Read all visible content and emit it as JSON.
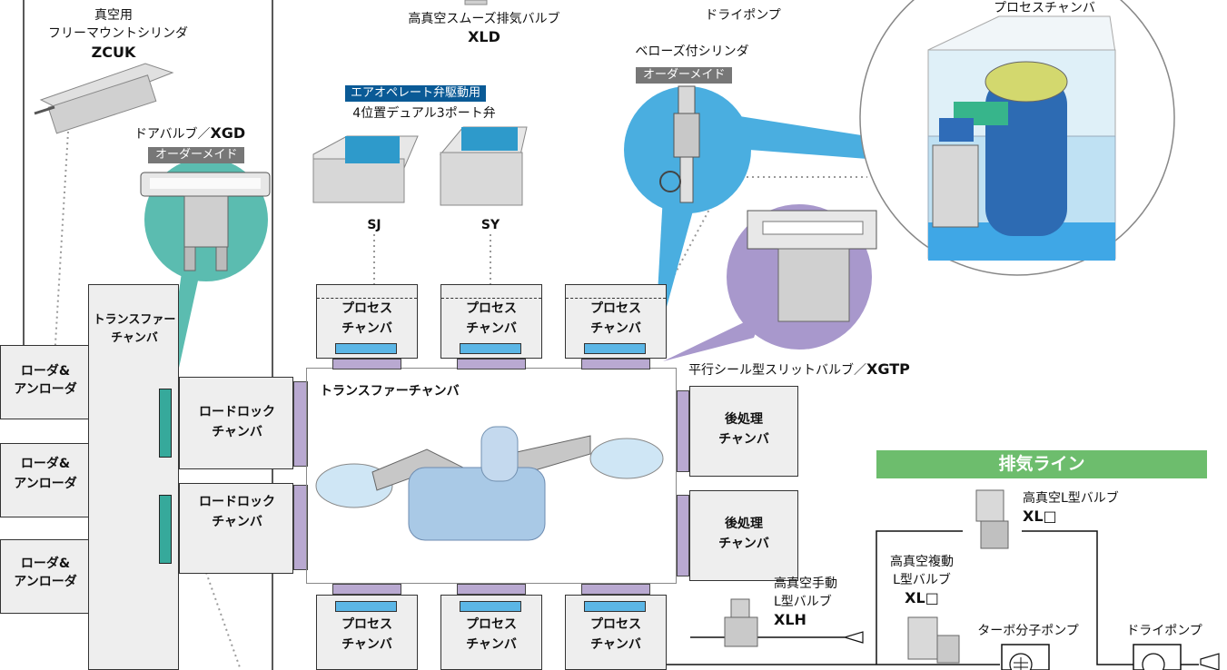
{
  "top_left": {
    "line1": "真空用",
    "line2": "フリーマウントシリンダ",
    "model": "ZCUK"
  },
  "door_valve": {
    "title": "ドアバルブ／",
    "model": "XGD",
    "tag": "オーダーメイド"
  },
  "xld": {
    "title": "高真空スムーズ排気バルブ",
    "model": "XLD"
  },
  "top_dry_pump": "ドライポンプ",
  "air_operate": {
    "tag": "エアオペレート弁駆動用",
    "title": "4位置デュアル3ポート弁",
    "sj": "SJ",
    "sy": "SY"
  },
  "bellows": {
    "title": "ベローズ付シリンダ",
    "tag": "オーダーメイド"
  },
  "process_chamber_detail": "プロセスチャンバ",
  "slit_valve": {
    "title": "平行シール型スリットバルブ／",
    "model": "XGTP"
  },
  "transfer_left": {
    "line1": "トランスファー",
    "line2": "チャンバ"
  },
  "loaders": [
    {
      "line1": "ローダ&",
      "line2": "アンローダ"
    },
    {
      "line1": "ローダ&",
      "line2": "アンローダ"
    },
    {
      "line1": "ローダ&",
      "line2": "アンローダ"
    }
  ],
  "loadlocks": [
    {
      "line1": "ロードロック",
      "line2": "チャンバ"
    },
    {
      "line1": "ロードロック",
      "line2": "チャンバ"
    }
  ],
  "transfer_main": "トランスファーチャンバ",
  "process_top": [
    {
      "line1": "プロセス",
      "line2": "チャンバ"
    },
    {
      "line1": "プロセス",
      "line2": "チャンバ"
    },
    {
      "line1": "プロセス",
      "line2": "チャンバ"
    }
  ],
  "process_bottom": [
    {
      "line1": "プロセス",
      "line2": "チャンバ"
    },
    {
      "line1": "プロセス",
      "line2": "チャンバ"
    },
    {
      "line1": "プロセス",
      "line2": "チャンバ"
    }
  ],
  "post_process": [
    {
      "line1": "後処理",
      "line2": "チャンバ"
    },
    {
      "line1": "後処理",
      "line2": "チャンバ"
    }
  ],
  "exhaust": {
    "banner": "排気ライン",
    "l_valve": {
      "title": "高真空L型バルブ",
      "model": "XL□"
    },
    "double_l_valve": {
      "line1": "高真空複動",
      "line2": "L型バルブ",
      "model": "XL□"
    },
    "manual_valve": {
      "line1": "高真空手動",
      "line2": "L型バルブ",
      "model": "XLH"
    },
    "turbo_pump": "ターボ分子ポンプ",
    "dry_pump": "ドライポンプ"
  },
  "colors": {
    "teal": "#5bbcb0",
    "blue": "#4aaee0",
    "purple": "#a898cc",
    "green_banner": "#6dbd6d",
    "tag_gray": "#777777",
    "tag_blue": "#0a5a96"
  }
}
